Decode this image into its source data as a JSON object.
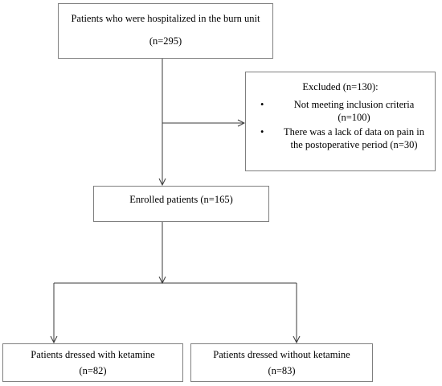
{
  "boxes": {
    "hospitalized": {
      "title": "Patients who were hospitalized in the burn unit",
      "count": "(n=295)"
    },
    "excluded": {
      "title": "Excluded (n=130):",
      "bullets": [
        {
          "text": "Not meeting inclusion criteria",
          "count": "(n=100)"
        },
        {
          "text": "There was a lack of data on pain in",
          "count": "the postoperative period (n=30)"
        }
      ]
    },
    "enrolled": {
      "title": "Enrolled patients (n=165)"
    },
    "with_ketamine": {
      "title": "Patients dressed with ketamine",
      "count": "(n=82)"
    },
    "without_ketamine": {
      "title": "Patients dressed without ketamine",
      "count": "(n=83)"
    }
  },
  "colors": {
    "box_border": "#7f7f7f",
    "arrow": "#3a3a3a"
  }
}
